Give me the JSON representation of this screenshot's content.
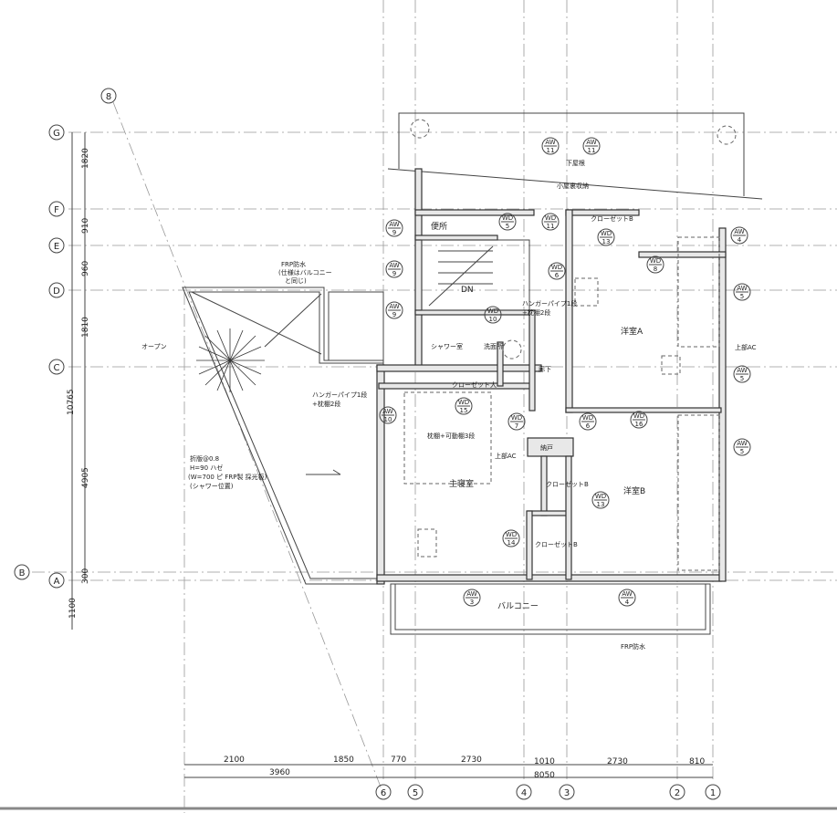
{
  "grid_rows": [
    {
      "id": "G",
      "label": "G"
    },
    {
      "id": "F",
      "label": "F"
    },
    {
      "id": "E",
      "label": "E"
    },
    {
      "id": "D",
      "label": "D"
    },
    {
      "id": "C",
      "label": "C"
    },
    {
      "id": "B",
      "label": "B"
    },
    {
      "id": "A",
      "label": "A"
    }
  ],
  "grid_cols": [
    {
      "label": "6"
    },
    {
      "label": "5"
    },
    {
      "label": "4"
    },
    {
      "label": "3"
    },
    {
      "label": "2"
    },
    {
      "label": "1"
    }
  ],
  "diagonal_axis": {
    "label": "8"
  },
  "vertical_dims": [
    "1820",
    "910",
    "960",
    "1810",
    "4905",
    "300",
    "1100"
  ],
  "vertical_total": "10765",
  "horizontal_dims": [
    "2100",
    "1850",
    "770",
    "2730",
    "1010",
    "2730",
    "810"
  ],
  "horizontal_totals": [
    "3960",
    "8050"
  ],
  "rooms": {
    "toilet": "便所",
    "shower": "シャワー室",
    "washroom": "洗面所",
    "closet_large": "クローゼット大",
    "master_bedroom": "主寝室",
    "room_a": "洋室A",
    "room_b": "洋室B",
    "closet_b_top": "クローゼットB",
    "closet_b_mid": "クローゼットB",
    "closet_b_bottom": "クローゼットB",
    "storage": "納戸",
    "hallway": "廊下",
    "balcony": "バルコニー",
    "stairs_dn": "DN"
  },
  "notes": {
    "frp_top": "FRP防水",
    "frp_top_sub1": "(仕様はバルコニー",
    "frp_top_sub2": "と同じ)",
    "open": "オープン",
    "folded_plate1": "折版@0.8",
    "folded_plate2": "H=90 ハゼ",
    "folded_plate3": "(W=700 ピ FRP製 採光板)",
    "folded_plate4": "(シャワー位置)",
    "hanger_left1": "ハンガーパイプ1段",
    "hanger_left2": "+枕棚2段",
    "hanger_right1": "ハンガーパイプ1段",
    "hanger_right2": "+枕棚2段",
    "shelf": "枕棚+可動棚3段",
    "ac_a": "上部AC",
    "ac_master": "上部AC",
    "roof": "下屋根",
    "attic": "小屋裏収納",
    "frp_balcony": "FRP防水"
  },
  "window_tags": [
    {
      "type": "AW",
      "num": "9"
    },
    {
      "type": "AW",
      "num": "9"
    },
    {
      "type": "AW",
      "num": "9"
    },
    {
      "type": "AW",
      "num": "11"
    },
    {
      "type": "AW",
      "num": "11"
    },
    {
      "type": "AW",
      "num": "4"
    },
    {
      "type": "AW",
      "num": "5"
    },
    {
      "type": "AW",
      "num": "5"
    },
    {
      "type": "AW",
      "num": "5"
    },
    {
      "type": "AW",
      "num": "10"
    },
    {
      "type": "AW",
      "num": "3"
    },
    {
      "type": "AW",
      "num": "4"
    }
  ],
  "door_tags": [
    {
      "type": "WD",
      "num": "5"
    },
    {
      "type": "WD",
      "num": "11"
    },
    {
      "type": "WD",
      "num": "13"
    },
    {
      "type": "WD",
      "num": "6"
    },
    {
      "type": "WD",
      "num": "8"
    },
    {
      "type": "WD",
      "num": "10"
    },
    {
      "type": "WD",
      "num": "15"
    },
    {
      "type": "WD",
      "num": "7"
    },
    {
      "type": "WD",
      "num": "6"
    },
    {
      "type": "WD",
      "num": "16"
    },
    {
      "type": "WD",
      "num": "13"
    },
    {
      "type": "WD",
      "num": "14"
    }
  ]
}
